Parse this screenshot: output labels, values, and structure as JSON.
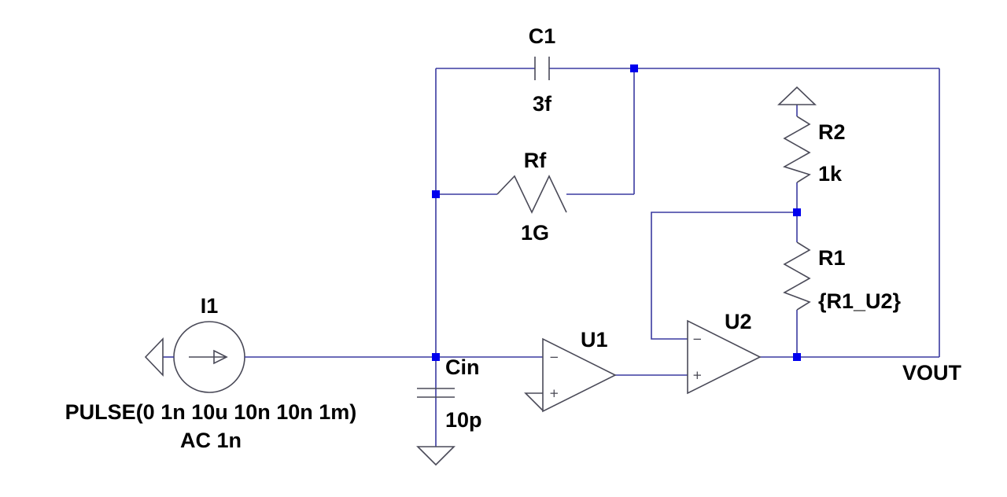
{
  "colors": {
    "wire": "#3a3aa0",
    "symbol": "#4a4a58",
    "junction": "#0000ee",
    "text": "#000000"
  },
  "components": {
    "C1": {
      "name": "C1",
      "value": "3f"
    },
    "Rf": {
      "name": "Rf",
      "value": "1G"
    },
    "R2": {
      "name": "R2",
      "value": "1k"
    },
    "R1": {
      "name": "R1",
      "value": "{R1_U2}"
    },
    "U1": {
      "name": "U1",
      "minus": "−",
      "plus": "+"
    },
    "U2": {
      "name": "U2",
      "minus": "−",
      "plus": "+"
    },
    "I1": {
      "name": "I1",
      "value": "PULSE(0 1n 10u 10n 10n 1m)",
      "ac": "AC 1n"
    },
    "Cin": {
      "name": "Cin",
      "value": "10p"
    }
  },
  "nets": {
    "vout": "VOUT"
  }
}
